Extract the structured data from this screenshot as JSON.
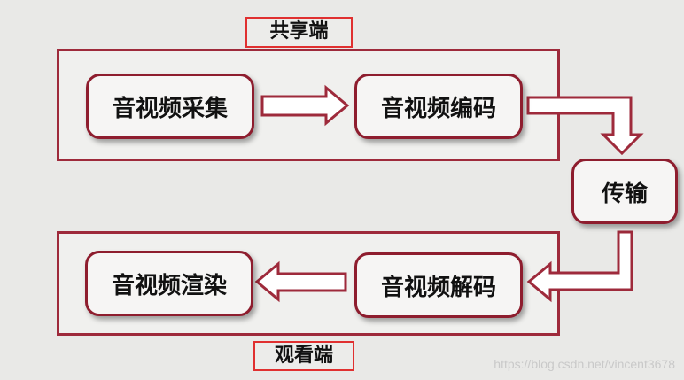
{
  "groups": {
    "share": {
      "label": "共享端"
    },
    "view": {
      "label": "观看端"
    }
  },
  "nodes": {
    "capture": "音视频采集",
    "encode": "音视频编码",
    "transmit": "传输",
    "decode": "音视频解码",
    "render": "音视频渲染"
  },
  "watermark": "https://blog.csdn.net/vincent3678",
  "colors": {
    "box_border": "#9e2a3b",
    "node_border": "#8e1d2e",
    "tag_border": "#e03030",
    "background": "#e9e9e7"
  }
}
